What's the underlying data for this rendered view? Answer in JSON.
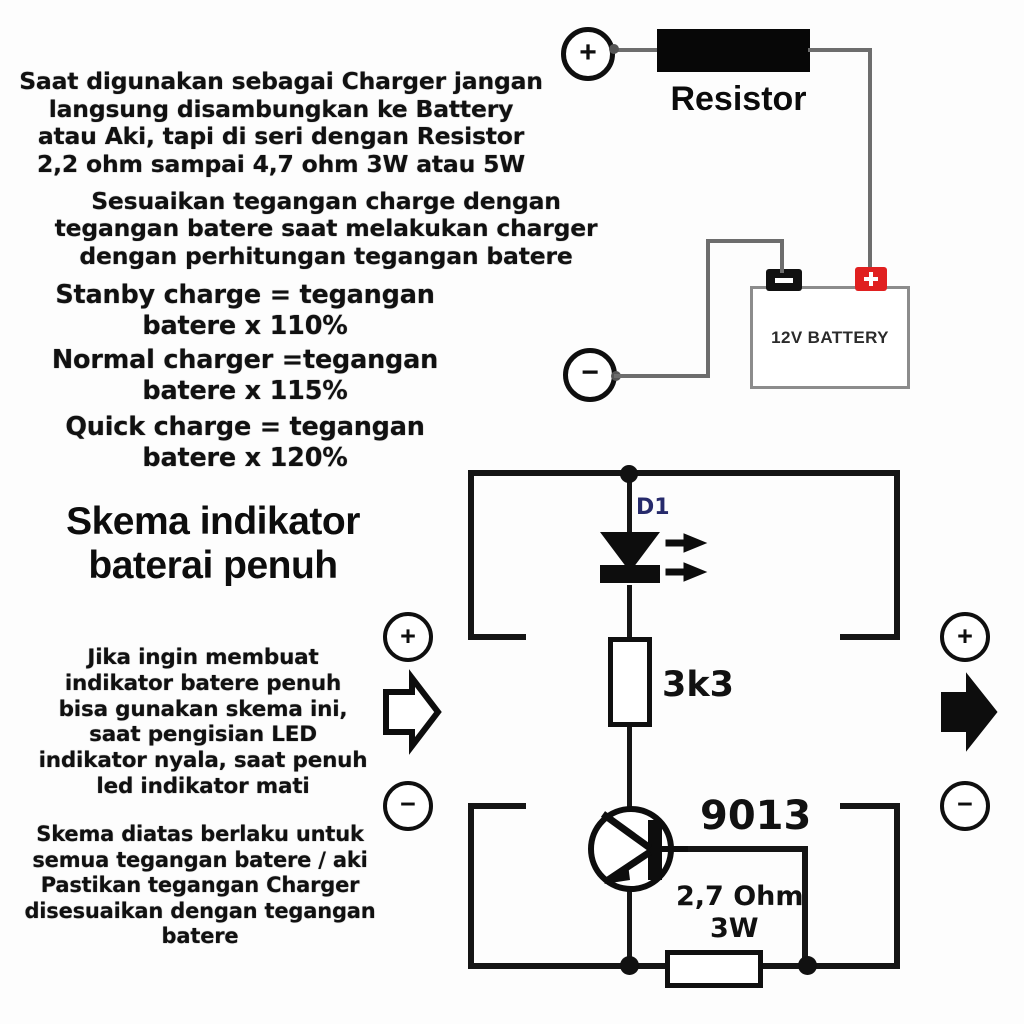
{
  "page": {
    "background_color": "#ffffff",
    "ink_color": "#111111"
  },
  "notes": {
    "warning": "Saat digunakan sebagai Charger jangan\nlangsung disambungkan ke Battery\natau Aki, tapi di seri dengan Resistor\n2,2 ohm sampai 4,7 ohm 3W atau 5W",
    "matching": "Sesuaikan tegangan charge dengan\ntegangan batere saat melakukan charger\ndengan perhitungan tegangan batere",
    "standby": "Stanby charge = tegangan\nbatere x 110%",
    "normal": "Normal charger =tegangan\nbatere x 115%",
    "quick": "Quick charge = tegangan\nbatere x 120%",
    "heading": "Skema indikator\nbaterai penuh",
    "led_note": "Jika ingin membuat\nindikator batere penuh\nbisa gunakan skema ini,\nsaat pengisian LED\nindikator nyala, saat penuh\nled indikator mati",
    "footer_note": "Skema diatas berlaku untuk\nsemua tegangan batere / aki\nPastikan tegangan Charger\ndisesuaikan dengan tegangan\nbatere"
  },
  "charger_diagram": {
    "source_plus_label": "+",
    "source_minus_label": "−",
    "resistor_label": "Resistor",
    "battery_label": "12V BATTERY",
    "battery_terminal_negative": "−",
    "battery_terminal_positive": "+",
    "colors": {
      "wire": "#6d6d6d",
      "battery_outline": "#8c8c8c",
      "positive_terminal": "#e02020",
      "negative_terminal": "#111111",
      "resistor_fill": "#070707"
    }
  },
  "schematic": {
    "input_plus_label": "+",
    "input_minus_label": "−",
    "output_plus_label": "+",
    "output_minus_label": "−",
    "diode_ref": "D1",
    "diode_ref_color": "#262a6b",
    "resistor_series_value": "3k3",
    "transistor_value": "9013",
    "emitter_resistor_value": "2,7 Ohm\n3W",
    "emitter_resistor_value_line1": "2,7 Ohm",
    "emitter_resistor_value_line2": "3W",
    "input_arrow": "hollow-right-arrow",
    "output_arrow": "solid-right-arrow"
  }
}
